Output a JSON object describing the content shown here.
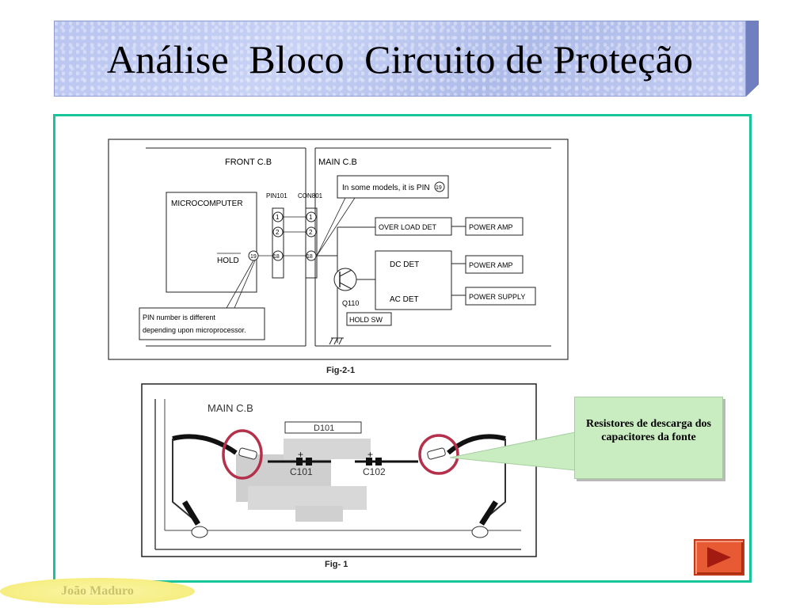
{
  "title": "Análise  Bloco  Circuito de Proteção",
  "figure_top": {
    "caption": "Fig-2-1",
    "front_cb": "FRONT C.B",
    "main_cb": "MAIN C.B",
    "pin101": "PIN101",
    "con801": "CON801",
    "microcomputer": "MICROCOMPUTER",
    "hold": "HOLD",
    "note_models": "In some models, it is PIN",
    "note_models_pin": "19",
    "pin1": "1",
    "pin2": "2",
    "pin18": "18",
    "pin19": "19",
    "over_load_det": "OVER LOAD DET",
    "power_amp_1": "POWER AMP",
    "dc_det": "DC DET",
    "power_amp_2": "POWER AMP",
    "ac_det": "AC DET",
    "power_supply": "POWER SUPPLY",
    "q110": "Q110",
    "hold_sw": "HOLD SW",
    "pin_note_line1": "PIN number is different",
    "pin_note_line2": "depending upon microprocessor."
  },
  "figure_bottom": {
    "caption": "Fig- 1",
    "main_cb": "MAIN C.B",
    "d101": "D101",
    "c101": "C101",
    "c102": "C102"
  },
  "callout": {
    "text": "Resistores de descarga dos capacitores da fonte"
  },
  "author": "João Maduro",
  "colors": {
    "frame": "#18c49a",
    "banner": "#b9c4f0",
    "callout": "#c9ecc0",
    "highlight": "#b5304a",
    "next_button": "#e85a33"
  },
  "icons": {
    "next": "play-triangle-icon"
  }
}
